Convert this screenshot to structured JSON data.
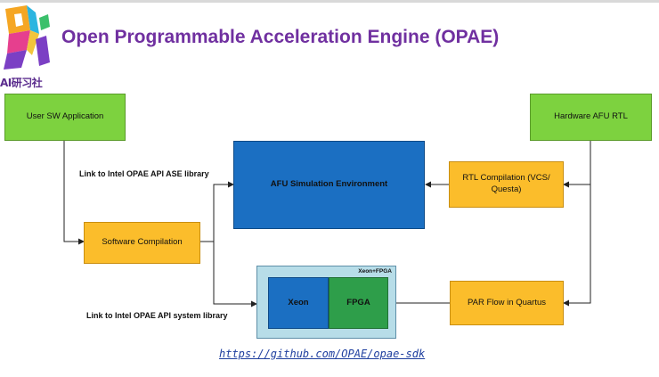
{
  "header": {
    "title": "Open Programmable Acceleration Engine (OPAE)",
    "logo_text": "AI研习社"
  },
  "diagram": {
    "nodes": {
      "user_sw": "User SW Application",
      "hw_afu": "Hardware AFU RTL",
      "afu_sim": "AFU Simulation Environment",
      "rtl_comp": "RTL Compilation (VCS/ Questa)",
      "sw_comp": "Software Compilation",
      "host_label": "Xeon+FPGA",
      "xeon": "Xeon",
      "fpga": "FPGA",
      "par_flow": "PAR Flow in Quartus"
    },
    "edge_labels": {
      "ase": "Link to Intel OPAE API ASE library",
      "system": "Link to Intel OPAE API system library"
    }
  },
  "footer": {
    "link": "https://github.com/OPAE/opae-sdk"
  },
  "colors": {
    "title": "#7030a0",
    "green": "#7dd23f",
    "orange": "#fbbd2b",
    "blue": "#1b6fc2",
    "fpga_green": "#2e9e4a",
    "host_bg": "#b7dde8"
  }
}
